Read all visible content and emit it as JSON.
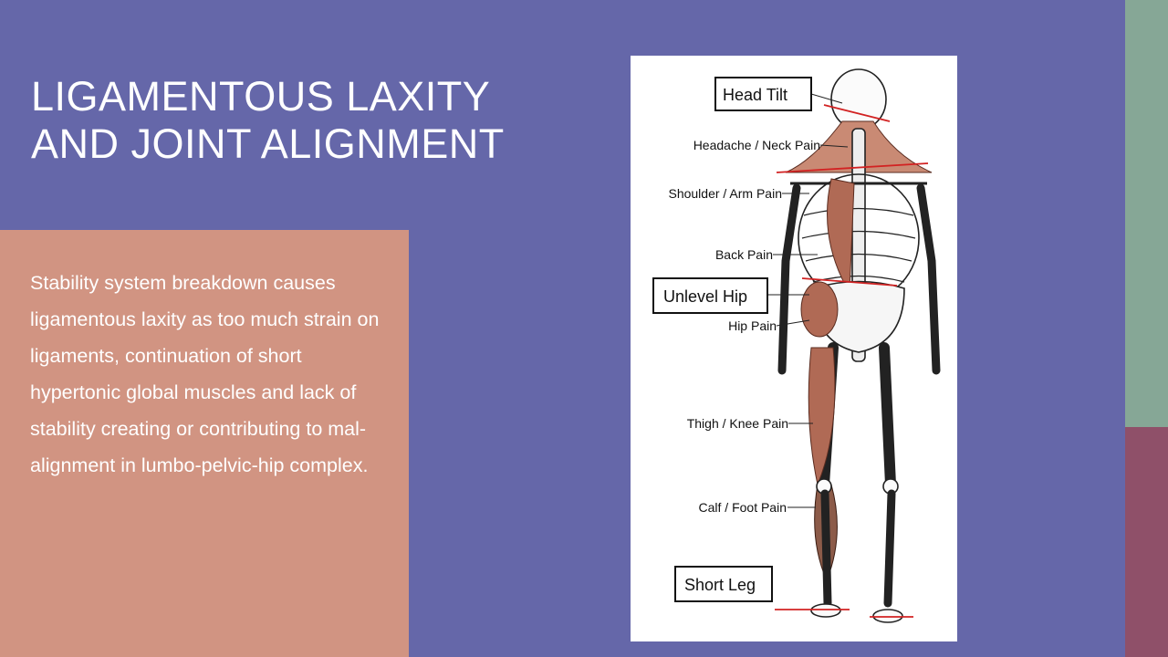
{
  "slide": {
    "title_lines": [
      "LIGAMENTOUS LAXITY",
      "AND JOINT ALIGNMENT"
    ],
    "body": "Stability system breakdown causes ligamentous laxity as too much strain on ligaments, continuation of short hypertonic global muscles and lack of stability creating or contributing to mal-alignment in lumbo-pelvic-hip complex."
  },
  "figure": {
    "boxed_labels": {
      "head_tilt": "Head Tilt",
      "unlevel_hip": "Unlevel Hip",
      "short_leg": "Short Leg"
    },
    "labels": {
      "headache": "Headache / Neck Pain",
      "shoulder": "Shoulder / Arm Pain",
      "back": "Back Pain",
      "hip": "Hip Pain",
      "thigh": "Thigh / Knee Pain",
      "calf": "Calf / Foot Pain"
    }
  },
  "colors": {
    "background": "#6567a9",
    "panel": "#d19482",
    "accent_green": "#86a796",
    "accent_maroon": "#8f5069",
    "alignment_line": "#d22222",
    "muscle": "#b06a55"
  }
}
